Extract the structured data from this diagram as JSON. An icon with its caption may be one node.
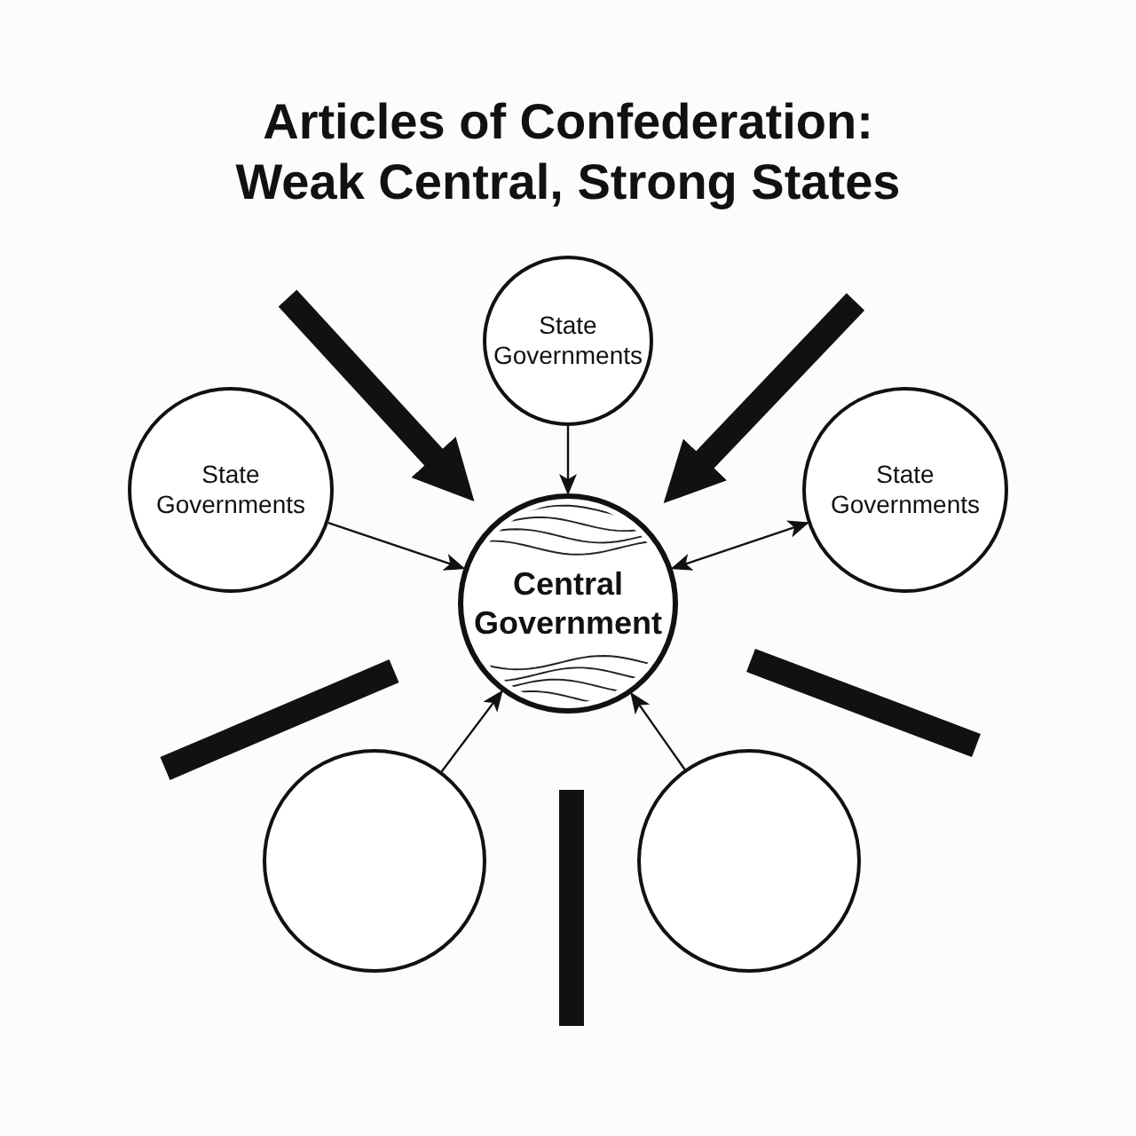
{
  "diagram": {
    "title": "Articles of Confederation: Weak Central, Strong States",
    "nodes": [
      {
        "text": [
          "State Governments"
        ]
      },
      {
        "text": [
          "State Governments"
        ]
      },
      {
        "text": [
          "State Governments"
        ]
      },
      {
        "text": [
          "Central Government"
        ]
      },
      {
        "text": [],
        "shape": "circle"
      },
      {
        "text": [],
        "shape": "circle"
      }
    ],
    "edges": [
      {
        "from": 0,
        "to": 3,
        "arrow": "to"
      },
      {
        "from": 1,
        "to": 3,
        "arrow": "to"
      },
      {
        "from": 3,
        "to": 2,
        "arrow": "both"
      },
      {
        "from": 4,
        "to": 3,
        "arrow": "to"
      },
      {
        "from": 5,
        "to": 3,
        "arrow": "to"
      },
      {
        "from": null,
        "to": 3,
        "arrow": "to",
        "style": "thick"
      },
      {
        "from": null,
        "to": 3,
        "arrow": "to",
        "style": "thick"
      }
    ]
  }
}
